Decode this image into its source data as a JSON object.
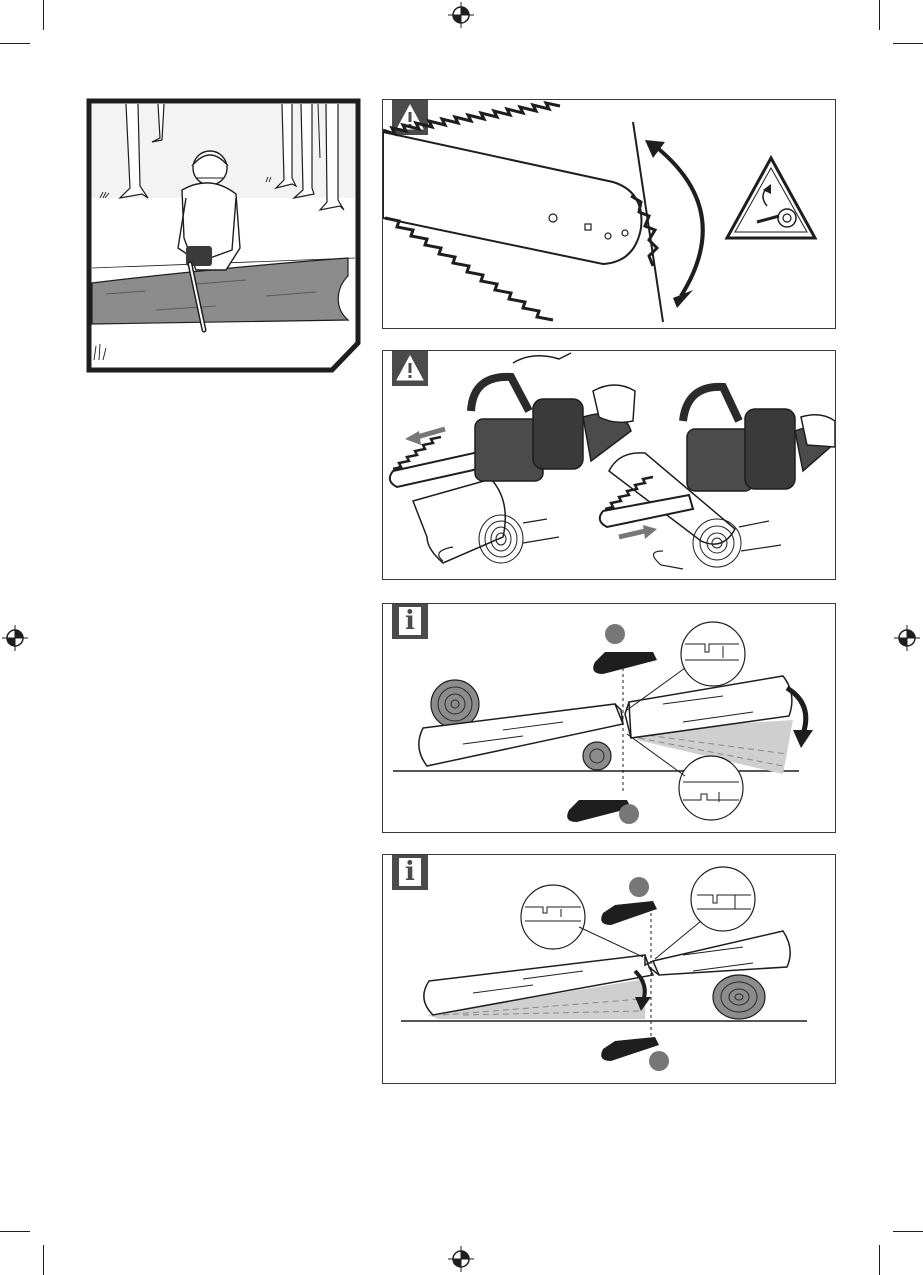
{
  "page": {
    "kind": "instruction-manual-illustration-page"
  },
  "panels": [
    {
      "id": "operator-stance",
      "badge": null
    },
    {
      "id": "kickback-zone",
      "badge": "warning-triangle-icon",
      "symbol": "kickback-warning-sign-icon"
    },
    {
      "id": "pull-push-cutting",
      "badge": "warning-triangle-icon"
    },
    {
      "id": "log-supported-one-end",
      "badge": "info-icon",
      "badge_text": "i"
    },
    {
      "id": "log-supported-both-ends",
      "badge": "info-icon",
      "badge_text": "i"
    }
  ],
  "colors": {
    "badge_gray": "#4b4b4b",
    "log_gray": "#8c8c8c",
    "marker_gray": "#777777",
    "line": "#1e1e1e"
  }
}
